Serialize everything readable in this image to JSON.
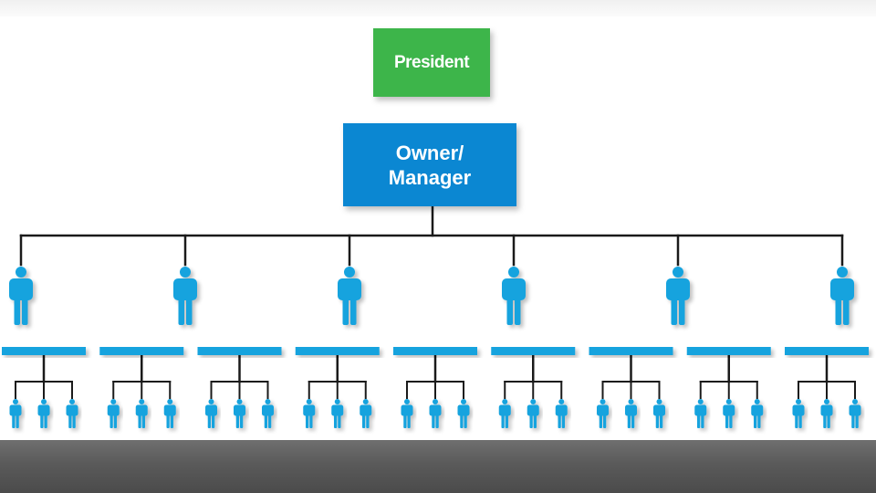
{
  "org_chart": {
    "top": {
      "label": "President",
      "color": "#3db54a"
    },
    "manager": {
      "label_line1": "Owner/",
      "label_line2": "Manager",
      "color": "#0b87d2"
    },
    "level1_count": 6,
    "level2_group_count": 9,
    "staff_per_group": 3,
    "person_icon": "person-icon",
    "person_color": "#14a3de",
    "line_color": "#1a1a1a",
    "floor_color": "#5c5c5c"
  }
}
